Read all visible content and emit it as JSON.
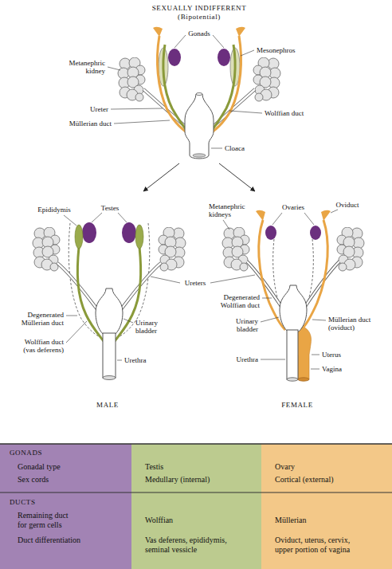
{
  "diagram": {
    "nodes": [
      {
        "text": [
          "SEXUALLY INDIFFERENT",
          "(Bipotential)"
        ]
      },
      {
        "text": [
          "MALE"
        ]
      },
      {
        "text": [
          "FEMALE"
        ]
      }
    ],
    "edges": [
      {
        "from": 0,
        "to": 1,
        "arrow": "to"
      },
      {
        "from": 0,
        "to": 2,
        "arrow": "to"
      }
    ],
    "labels": [
      "Gonads",
      "Metanephric kidney",
      "Mesonephros",
      "Ureter",
      "Wolffian duct",
      "Müllerian duct",
      "Cloaca",
      "Epididymis",
      "Testes",
      "Metanephric kidneys",
      "Ovaries",
      "Oviduct",
      "Ureters",
      "Degenerated Wolffian duct",
      "Degenerated Müllerian duct",
      "Urinary bladder",
      "Urinary bladder",
      "Müllerian duct (oviduct)",
      "Wolffian duct (vas deferens)",
      "Urethra",
      "Urethra",
      "Uterus",
      "Vagina",
      "GONADS",
      "Gonadal type",
      "Testis",
      "Ovary",
      "Sex cords",
      "Medullary (internal)",
      "Cortical (external)",
      "DUCTS",
      "Remaining duct for germ cells",
      "Wolffian",
      "Müllerian",
      "Duct differentiation",
      "Vas deferens, epididymis, seminal vessicle",
      "Oviduct, uterus, cervix, upper portion of vagina"
    ]
  }
}
